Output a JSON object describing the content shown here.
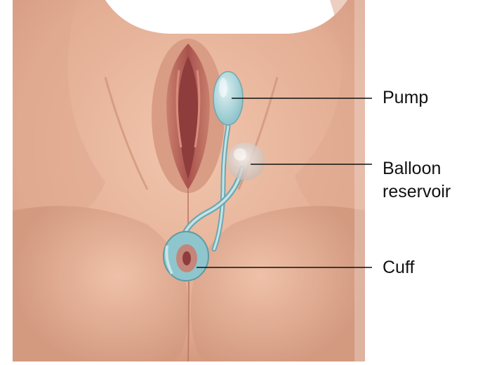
{
  "labels": {
    "pump": "Pump",
    "balloon_line1": "Balloon",
    "balloon_line2": "reservoir",
    "cuff": "Cuff"
  },
  "colors": {
    "skin_light": "#e9b9a1",
    "skin_mid": "#d99c84",
    "skin_shadow": "#b97560",
    "mucosa": "#b8605a",
    "device": "#9fd0d6",
    "device_dark": "#6fa7b0",
    "leader": "#111111"
  }
}
